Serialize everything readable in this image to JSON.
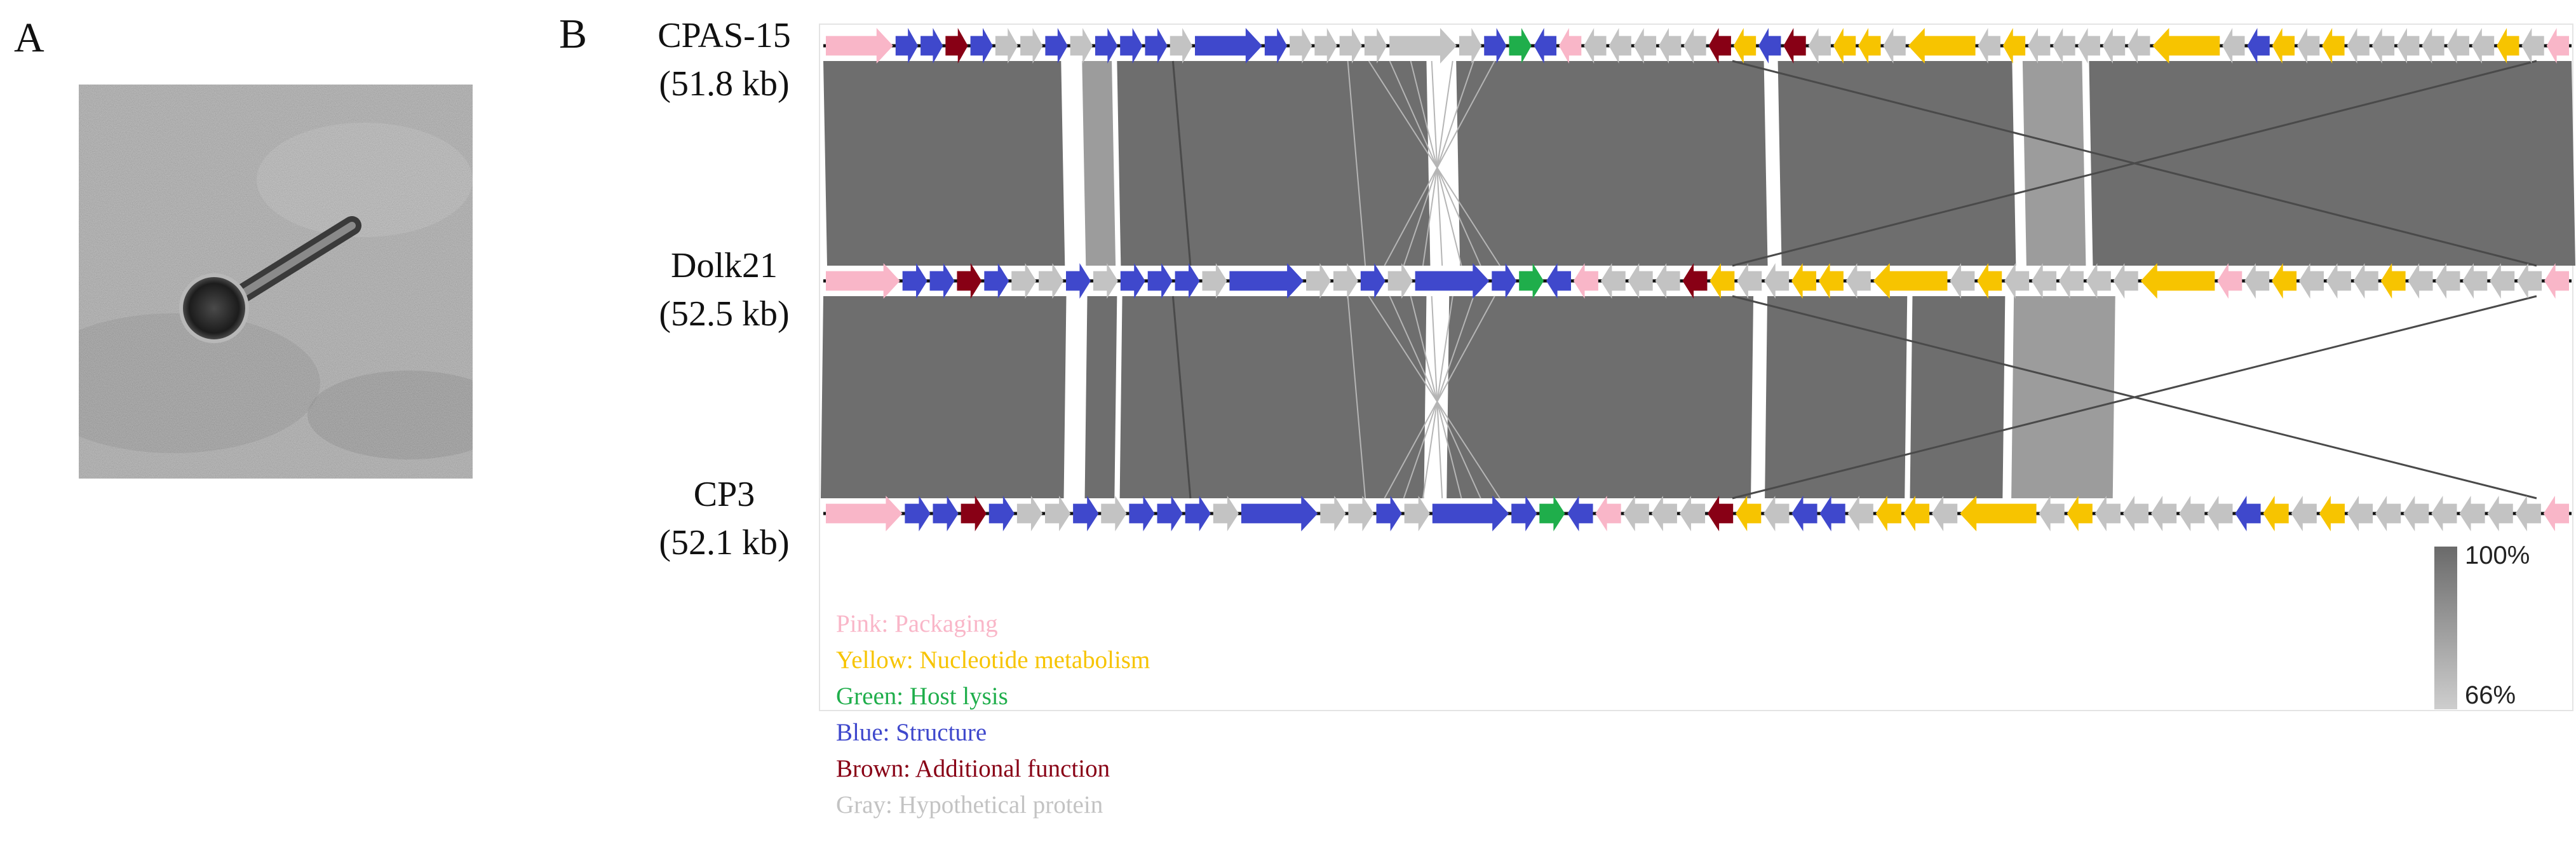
{
  "panels": {
    "a": "A",
    "b": "B"
  },
  "genomes": [
    {
      "name": "CPAS-15",
      "size": "(51.8 kb)"
    },
    {
      "name": "Dolk21",
      "size": "(52.5 kb)"
    },
    {
      "name": "CP3",
      "size": "(52.1 kb)"
    }
  ],
  "legend": [
    {
      "text": "Pink: Packaging",
      "color": "#f9b6c8"
    },
    {
      "text": "Yellow: Nucleotide metabolism",
      "color": "#f7c400"
    },
    {
      "text": "Green: Host lysis",
      "color": "#1fae4b"
    },
    {
      "text": "Blue: Structure",
      "color": "#3f48cc"
    },
    {
      "text": "Brown: Additional function",
      "color": "#880015"
    },
    {
      "text": "Gray: Hypothetical protein",
      "color": "#c3c3c3"
    }
  ],
  "identity_scale": {
    "max": "100%",
    "min": "66%"
  },
  "colors": {
    "pink": "#f9b6c8",
    "yellow": "#f7c400",
    "green": "#1fae4b",
    "blue": "#3f48cc",
    "brown": "#880015",
    "gray": "#c3c3c3",
    "similarity_dark": "#6e6e6e",
    "similarity_light": "#9c9c9c"
  },
  "gene_tracks": {
    "CPAS-15": "P+ b+ b+ r+ b+ g+ g+ b+ g+ b+ b+ b+ g+ B+ b+ g+ g+ g+ g+ G+ g+ b+ e+ b- p- g- g- g- g- g- r- y- b- r- g- y- y- g- Y- g- y- g- g- g- g- g- Y- g- b- y- g- y- g- g- g- g- g- g- y- g- p-",
    "Dolk21": "P+ b+ b+ r+ b+ g+ g+ b+ g+ b+ b+ b+ g+ B+ g+ g+ b+ g+ B+ b+ e+ b- p- g- g- g- r- y- g- g- y- y- g- Y- g- y- g- g- g- g- g- Y- p- g- y- g- g- g- y- g- g- g- g- g- p-",
    "CP3": "P+ b+ b+ r+ b+ g+ g+ b+ g+ b+ b+ b+ g+ B+ g+ g+ b+ g+ B+ b+ e+ b- p- g- g- g- r- y- g- b- b- g- y- y- g- Y- g- y- g- g- g- g- g- b- y- g- y- g- g- g- g- g- g- g- p-"
  }
}
